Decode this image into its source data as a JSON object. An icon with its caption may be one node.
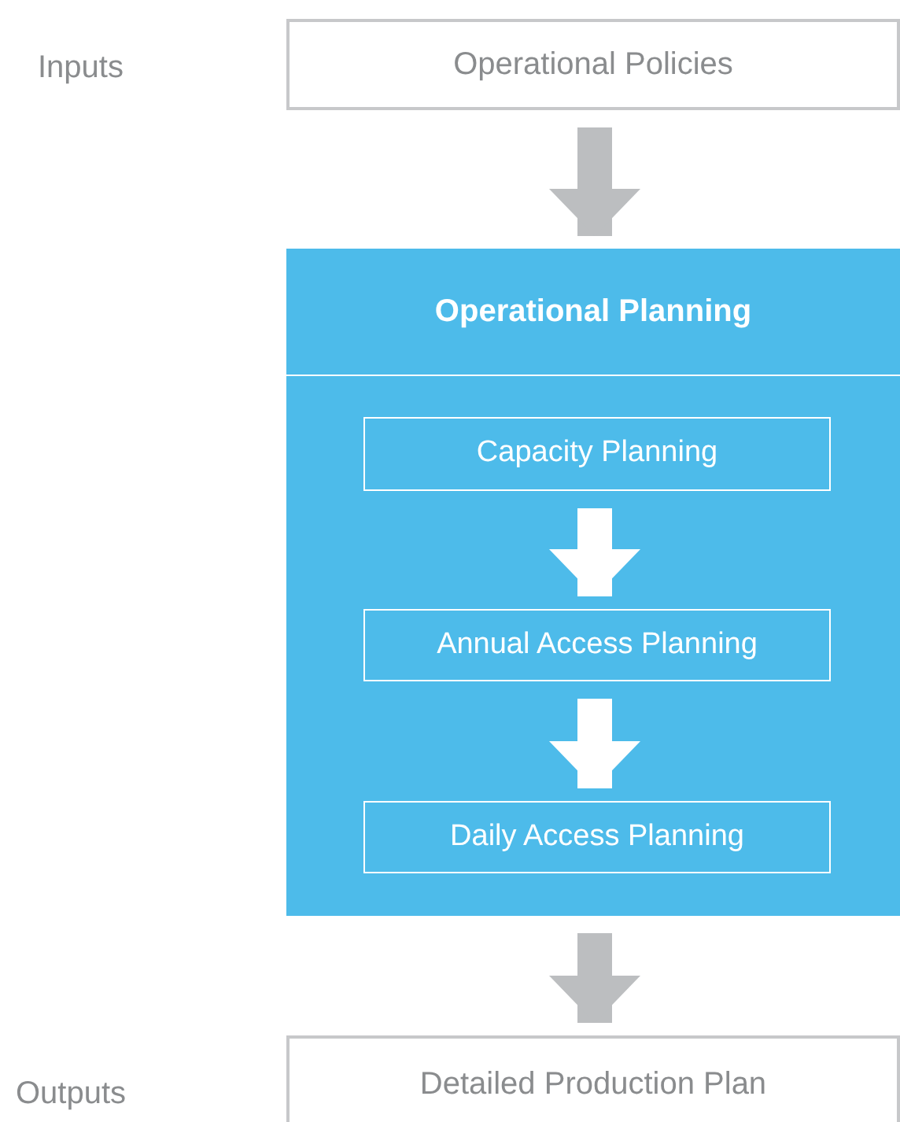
{
  "diagram": {
    "nodes": [
      {
        "text": [
          "Operational Policies"
        ]
      },
      {
        "text": [
          "Operational Planning"
        ]
      },
      {
        "text": [
          "Capacity Planning"
        ],
        "in": 1
      },
      {
        "text": [
          "Annual Access Planning"
        ],
        "in": 1
      },
      {
        "text": [
          "Daily Access Planning"
        ],
        "in": 1
      },
      {
        "text": [
          "Detailed Production Plan"
        ]
      }
    ],
    "edges": [
      {
        "from": 0,
        "to": 1,
        "arrow": "to",
        "color": "#bcbec0"
      },
      {
        "from": 2,
        "to": 3,
        "arrow": "to",
        "color": "#ffffff"
      },
      {
        "from": 3,
        "to": 4,
        "arrow": "to",
        "color": "#ffffff"
      },
      {
        "from": 1,
        "to": 5,
        "arrow": "to",
        "color": "#bcbec0"
      }
    ],
    "labels": [
      "Inputs",
      "Outputs"
    ]
  }
}
